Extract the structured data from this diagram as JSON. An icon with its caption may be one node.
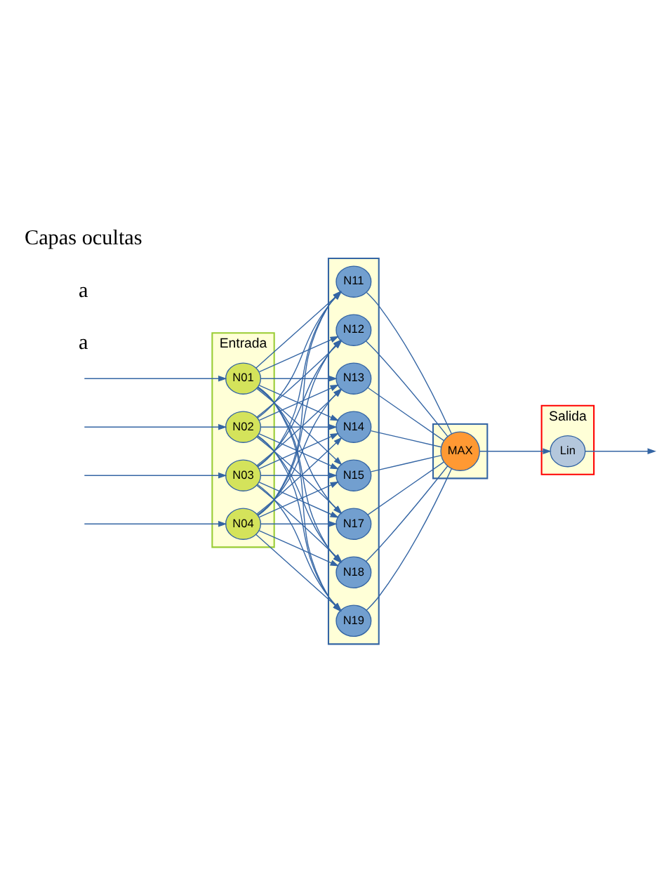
{
  "diagram": {
    "nodes": [
      {
        "text": [
          "Entrada"
        ]
      },
      {
        "text": [
          "N01"
        ],
        "in": 0
      },
      {
        "text": [
          "N02"
        ],
        "in": 0
      },
      {
        "text": [
          "N03"
        ],
        "in": 0
      },
      {
        "text": [
          "N04"
        ],
        "in": 0
      },
      {
        "text": [],
        "shape": "box"
      },
      {
        "text": [
          "N11"
        ],
        "in": 5
      },
      {
        "text": [
          "N12"
        ],
        "in": 5
      },
      {
        "text": [
          "N13"
        ],
        "in": 5
      },
      {
        "text": [
          "N14"
        ],
        "in": 5
      },
      {
        "text": [
          "N15"
        ],
        "in": 5
      },
      {
        "text": [
          "N17"
        ],
        "in": 5
      },
      {
        "text": [
          "N18"
        ],
        "in": 5
      },
      {
        "text": [
          "N19"
        ],
        "in": 5
      },
      {
        "text": [],
        "shape": "box"
      },
      {
        "text": [
          "MAX"
        ],
        "in": 14
      },
      {
        "text": [
          "Salida"
        ]
      },
      {
        "text": [
          "Lin"
        ],
        "in": 16
      }
    ],
    "edges": [
      {
        "from": null,
        "to": 1,
        "arrow": "to"
      },
      {
        "from": null,
        "to": 2,
        "arrow": "to"
      },
      {
        "from": null,
        "to": 3,
        "arrow": "to"
      },
      {
        "from": null,
        "to": 4,
        "arrow": "to"
      },
      {
        "from": 1,
        "to": 6,
        "arrow": "to"
      },
      {
        "from": 1,
        "to": 7,
        "arrow": "to"
      },
      {
        "from": 1,
        "to": 8,
        "arrow": "to"
      },
      {
        "from": 1,
        "to": 9,
        "arrow": "to"
      },
      {
        "from": 1,
        "to": 10,
        "arrow": "to"
      },
      {
        "from": 1,
        "to": 11,
        "arrow": "to"
      },
      {
        "from": 1,
        "to": 12,
        "arrow": "to"
      },
      {
        "from": 1,
        "to": 13,
        "arrow": "to"
      },
      {
        "from": 2,
        "to": 6,
        "arrow": "to"
      },
      {
        "from": 2,
        "to": 7,
        "arrow": "to"
      },
      {
        "from": 2,
        "to": 8,
        "arrow": "to"
      },
      {
        "from": 2,
        "to": 9,
        "arrow": "to"
      },
      {
        "from": 2,
        "to": 10,
        "arrow": "to"
      },
      {
        "from": 2,
        "to": 11,
        "arrow": "to"
      },
      {
        "from": 2,
        "to": 12,
        "arrow": "to"
      },
      {
        "from": 2,
        "to": 13,
        "arrow": "to"
      },
      {
        "from": 3,
        "to": 6,
        "arrow": "to"
      },
      {
        "from": 3,
        "to": 7,
        "arrow": "to"
      },
      {
        "from": 3,
        "to": 8,
        "arrow": "to"
      },
      {
        "from": 3,
        "to": 9,
        "arrow": "to"
      },
      {
        "from": 3,
        "to": 10,
        "arrow": "to"
      },
      {
        "from": 3,
        "to": 11,
        "arrow": "to"
      },
      {
        "from": 3,
        "to": 12,
        "arrow": "to"
      },
      {
        "from": 3,
        "to": 13,
        "arrow": "to"
      },
      {
        "from": 4,
        "to": 6,
        "arrow": "to"
      },
      {
        "from": 4,
        "to": 7,
        "arrow": "to"
      },
      {
        "from": 4,
        "to": 8,
        "arrow": "to"
      },
      {
        "from": 4,
        "to": 9,
        "arrow": "to"
      },
      {
        "from": 4,
        "to": 10,
        "arrow": "to"
      },
      {
        "from": 4,
        "to": 11,
        "arrow": "to"
      },
      {
        "from": 4,
        "to": 12,
        "arrow": "to"
      },
      {
        "from": 4,
        "to": 13,
        "arrow": "to"
      },
      {
        "from": 6,
        "to": 15,
        "arrow": "none"
      },
      {
        "from": 7,
        "to": 15,
        "arrow": "none"
      },
      {
        "from": 8,
        "to": 15,
        "arrow": "none"
      },
      {
        "from": 9,
        "to": 15,
        "arrow": "none"
      },
      {
        "from": 10,
        "to": 15,
        "arrow": "none"
      },
      {
        "from": 11,
        "to": 15,
        "arrow": "none"
      },
      {
        "from": 12,
        "to": 15,
        "arrow": "none"
      },
      {
        "from": 13,
        "to": 15,
        "arrow": "none"
      },
      {
        "from": 15,
        "to": 17,
        "arrow": "to"
      },
      {
        "from": 17,
        "to": null,
        "arrow": "to"
      }
    ],
    "labels": [
      "a",
      "a",
      "Capas ocultas"
    ]
  }
}
